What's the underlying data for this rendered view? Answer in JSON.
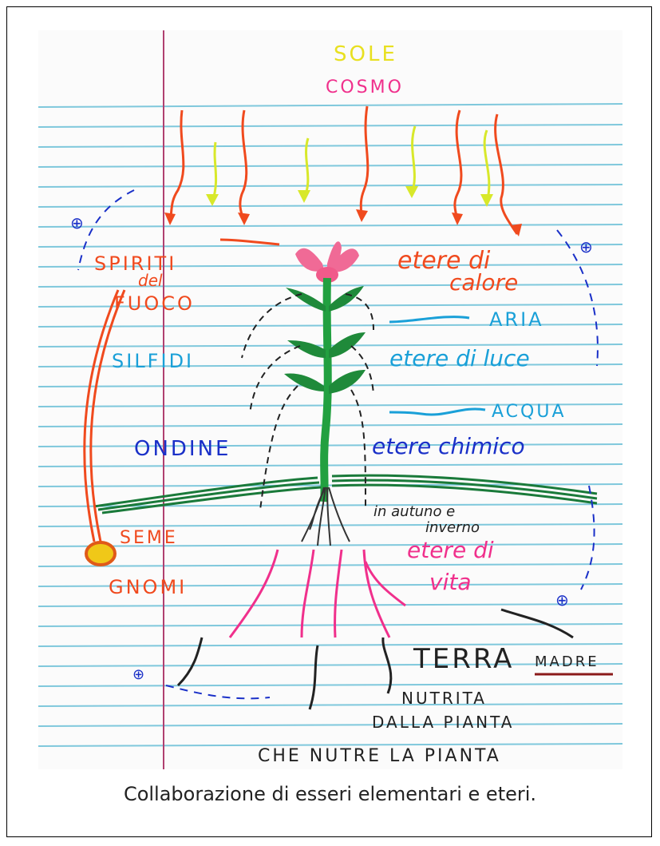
{
  "labels": {
    "sole": "SOLE",
    "cosmo": "COSMO",
    "spiriti": "SPIRITI",
    "del": "del",
    "fuoco": "FUOCO",
    "etere_di_calore_1": "etere di",
    "etere_di_calore_2": "calore",
    "aria": "ARIA",
    "silfidi": "SILFIDI",
    "etere_di_luce": "etere di luce",
    "acqua": "ACQUA",
    "ondine": "ONDINE",
    "etere_chimico": "etere chimico",
    "in_autunno_1": "in autuno e",
    "in_autunno_2": "inverno",
    "seme": "SEME",
    "gnomi": "GNOMI",
    "etere_di_vita_1": "etere di",
    "etere_di_vita_2": "vita",
    "terra": "TERRA",
    "madre": "MADRE",
    "nutrita": "NUTRITA",
    "dalla_pianta": "DALLA PIANTA",
    "che_nutre": "CHE NUTRE LA PIANTA",
    "plus_1": "⊕",
    "plus_2": "⊕",
    "plus_3": "⊕",
    "plus_4": "⊕"
  },
  "caption": "Collaborazione di esseri elementari e eteri.",
  "colors": {
    "rule_line": "#7fc8dc",
    "margin_line": "#b04070",
    "red": "#f04a1e",
    "yellow": "#d8e82a",
    "pink": "#f0308c",
    "green": "#22a040",
    "dark_green": "#1a7a3a",
    "blue": "#1aa0d8",
    "dark_blue": "#1a30c8",
    "black": "#222222",
    "gold": "#f0c818"
  }
}
